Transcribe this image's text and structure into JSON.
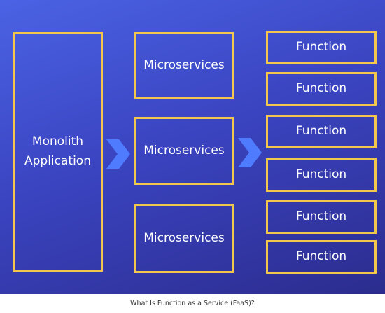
{
  "diagram": {
    "monolith": {
      "line1": "Monolith",
      "line2": "Application"
    },
    "microservices": [
      {
        "label": "Microservices"
      },
      {
        "label": "Microservices"
      },
      {
        "label": "Microservices"
      }
    ],
    "functions": [
      {
        "label": "Function"
      },
      {
        "label": "Function"
      },
      {
        "label": "Function"
      },
      {
        "label": "Function"
      },
      {
        "label": "Function"
      },
      {
        "label": "Function"
      }
    ],
    "colors": {
      "box_border": "#f3c64c",
      "arrow": "#4f7cff",
      "text": "#ffffff"
    }
  },
  "caption": "What Is Function as a Service (FaaS)?"
}
